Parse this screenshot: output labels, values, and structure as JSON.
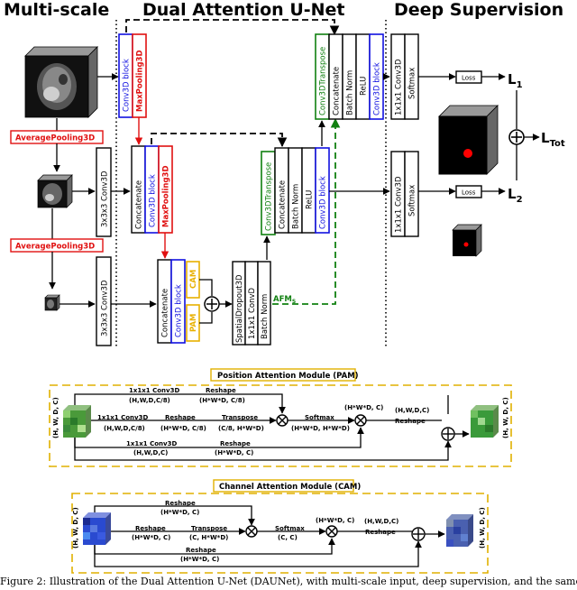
{
  "headers": {
    "multi_scale": "Multi-scale",
    "dual_attention": "Dual Attention U-Net",
    "deep_supervision": "Deep Supervision"
  },
  "pooling": {
    "avg1": "AveragePooling3D",
    "avg2": "AveragePooling3D"
  },
  "blocks": {
    "conv3d_block": "Conv3D block",
    "maxpool": "MaxPooling3D",
    "concatenate": "Concatenate",
    "conv3x3": "3x3x3 Conv3D",
    "cam": "CAM",
    "pam": "PAM",
    "spatial_dropout": "SpatialDropout3D",
    "conv1x1": "1x1x1 ConvD",
    "batch_norm": "Batch Norm",
    "relu": "ReLU",
    "conv_transpose": "Conv3DTranspose",
    "ds_conv": "1x1x1 Conv3D",
    "softmax": "Softmax",
    "afm": "AFM",
    "afm_sub": "S"
  },
  "outputs": {
    "loss1": "Loss",
    "loss2": "Loss",
    "l1": "L",
    "l1_sub": "1",
    "l2": "L",
    "l2_sub": "2",
    "ltot": "L",
    "ltot_sub": "Tot"
  },
  "pam": {
    "title": "Position Attention Module (PAM)",
    "input_shape": "(H, W, D, C)",
    "output_shape": "(H, W, D, C)",
    "top_conv": "1x1x1 Conv3D",
    "top_conv_shape": "(H,W,D,C/8)",
    "top_reshape": "Reshape",
    "top_reshape_shape": "(H*W*D, C/8)",
    "mid_conv": "1x1x1 Conv3D",
    "mid_conv_shape": "(H,W,D,C/8)",
    "mid_reshape": "Reshape",
    "mid_reshape_shape": "(H*W*D, C/8)",
    "transpose": "Transpose",
    "transpose_shape": "(C/8, H*W*D)",
    "softmax": "Softmax",
    "softmax_shape": "(H*W*D, H*W*D)",
    "bottom_conv": "1x1x1 Conv3D",
    "bottom_conv_shape": "(H,W,D,C)",
    "bottom_reshape": "Reshape",
    "bottom_reshape_shape": "(H*W*D, C)",
    "after_mult_shape": "(H*W*D, C)",
    "final_shape": "(H,W,D,C)",
    "final_reshape": "Reshape"
  },
  "cam": {
    "title": "Channel Attention Module (CAM)",
    "input_shape": "(H, W, D, C)",
    "output_shape": "(H, W, D, C)",
    "top_reshape": "Reshape",
    "top_reshape_shape": "(H*W*D, C)",
    "mid_reshape": "Reshape",
    "mid_reshape_shape": "(H*W*D, C)",
    "transpose": "Transpose",
    "transpose_shape": "(C, H*W*D)",
    "softmax": "Softmax",
    "softmax_shape": "(C, C)",
    "after_mult_shape": "(H*W*D, C)",
    "final_shape": "(H,W,D,C)",
    "final_reshape": "Reshape",
    "bottom_reshape": "Reshape",
    "bottom_reshape_shape": "(H*W*D, C)"
  },
  "caption": "Figure 2: Illustration of the Dual Attention U-Net (DAUNet), with multi-scale input, deep supervision, and the same"
}
